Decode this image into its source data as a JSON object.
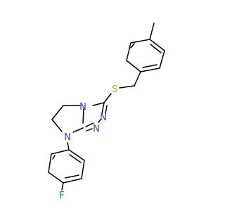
{
  "molecule": {
    "atoms": {
      "sulfur": "S",
      "n_triazole_top": "N",
      "n_triazole_right_1": "N",
      "n_triazole_right_2": "N",
      "n_amine": "N",
      "fluorine": "F"
    },
    "colors": {
      "bond": "#000000",
      "nitrogen": "#3333ff",
      "sulfur": "#b2b200",
      "fluorine": "#00b200"
    }
  }
}
